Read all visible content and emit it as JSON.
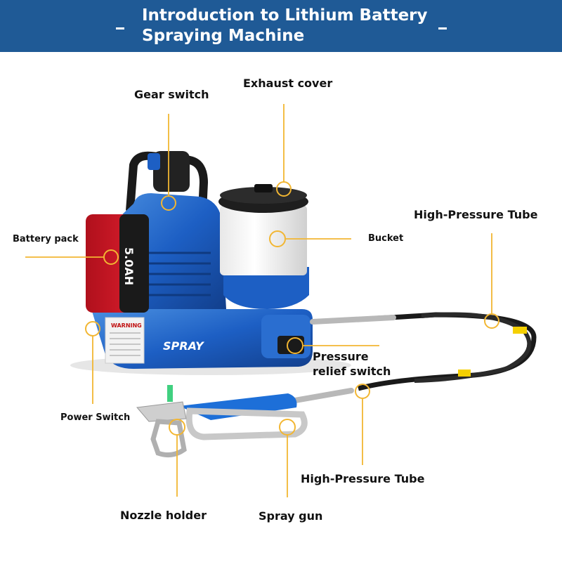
{
  "header": {
    "title_line1": "Introduction to Lithium Battery",
    "title_line2": "Spraying Machine",
    "background_color": "#1f5a96"
  },
  "callout_color": "#f2b632",
  "labels": {
    "gear_switch": "Gear switch",
    "exhaust_cover": "Exhaust cover",
    "high_pressure_tube_top": "High-Pressure Tube",
    "battery_pack": "Battery pack",
    "bucket": "Bucket",
    "pressure_relief_line1": "Pressure",
    "pressure_relief_line2": "relief switch",
    "power_switch": "Power Switch",
    "high_pressure_tube_bottom": "High-Pressure Tube",
    "nozzle_holder": "Nozzle holder",
    "spray_gun": "Spray gun"
  },
  "product_markings": {
    "brand": "SPRAY",
    "battery_capacity": "5.0AH",
    "warning": "WARNING"
  }
}
